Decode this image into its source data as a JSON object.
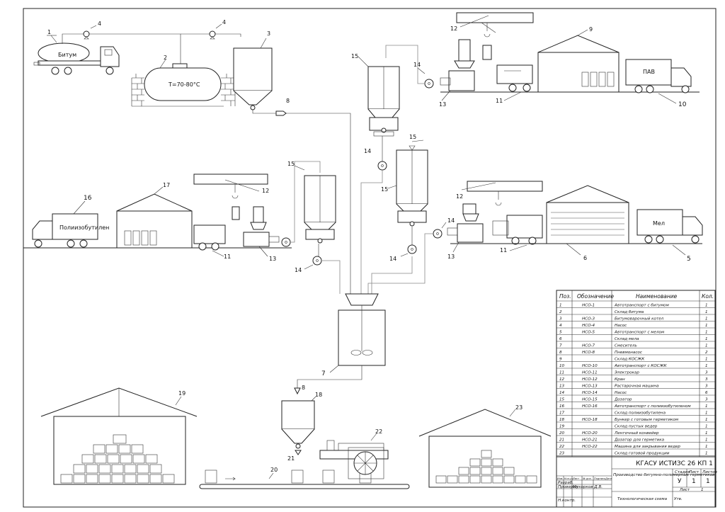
{
  "drawing": {
    "callouts": {
      "c1": "1",
      "c2": "2",
      "c3": "3",
      "c4a": "4",
      "c4b": "4",
      "c5": "5",
      "c6": "6",
      "c7": "7",
      "c8a": "8",
      "c8b": "8",
      "c9": "9",
      "c10": "10",
      "c11a": "11",
      "c11b": "11",
      "c11c": "11",
      "c12a": "12",
      "c12b": "12",
      "c12c": "12",
      "c13a": "13",
      "c13b": "13",
      "c13c": "13",
      "c14a": "14",
      "c14b": "14",
      "c14c": "14",
      "c14d": "14",
      "c14e": "14",
      "c15a": "15",
      "c15b": "15",
      "c15c": "15",
      "c15d": "15",
      "c16": "16",
      "c17": "17",
      "c18": "18",
      "c19": "19",
      "c20": "20",
      "c21": "21",
      "c22": "22",
      "c23": "23"
    },
    "truck_labels": {
      "bitumen": "Битум",
      "surfactant": "ПАВ",
      "polyisobutylene": "Полиизобутилен",
      "chalk": "Мел"
    },
    "boiler_temp": "Т=70-80°С"
  },
  "spec_table": {
    "headers": {
      "pos": "Поз.",
      "designation": "Обозначение",
      "name": "Наименование",
      "qty": "Кол."
    },
    "rows": [
      {
        "pos": "1",
        "code": "НСО-1",
        "name": "Автотранспорт с битумом",
        "qty": "1"
      },
      {
        "pos": "2",
        "code": "",
        "name": "Склад битума",
        "qty": "1"
      },
      {
        "pos": "3",
        "code": "НСО-3",
        "name": "Битумоварочный котел",
        "qty": "1"
      },
      {
        "pos": "4",
        "code": "НСО-4",
        "name": "Насос",
        "qty": "1"
      },
      {
        "pos": "5",
        "code": "НСО-5",
        "name": "Автотранспорт с мелом",
        "qty": "1"
      },
      {
        "pos": "6",
        "code": "",
        "name": "Склад мела",
        "qty": "1"
      },
      {
        "pos": "7",
        "code": "НСО-7",
        "name": "Смеситель",
        "qty": "1"
      },
      {
        "pos": "8",
        "code": "НСО-8",
        "name": "Пневмонасос",
        "qty": "2"
      },
      {
        "pos": "9",
        "code": "",
        "name": "Склад КОСЖК",
        "qty": "1"
      },
      {
        "pos": "10",
        "code": "НСО-10",
        "name": "Автотранспорт с КОСЖК",
        "qty": "1"
      },
      {
        "pos": "11",
        "code": "НСО-11",
        "name": "Электрокар",
        "qty": "3"
      },
      {
        "pos": "12",
        "code": "НСО-12",
        "name": "Кран",
        "qty": "3"
      },
      {
        "pos": "13",
        "code": "НСО-13",
        "name": "Растарочная машина",
        "qty": "3"
      },
      {
        "pos": "14",
        "code": "НСО-14",
        "name": "Насос",
        "qty": "6"
      },
      {
        "pos": "15",
        "code": "НСО-15",
        "name": "Дозатор",
        "qty": "3"
      },
      {
        "pos": "16",
        "code": "НСО-16",
        "name": "Автотранспорт с полиизобутиленом",
        "qty": "1"
      },
      {
        "pos": "17",
        "code": "",
        "name": "Склад полиизобутилена",
        "qty": "1"
      },
      {
        "pos": "18",
        "code": "НСО-18",
        "name": "Бункер с готовым герметиком",
        "qty": "1"
      },
      {
        "pos": "19",
        "code": "",
        "name": "Склад пустых ведер",
        "qty": "1"
      },
      {
        "pos": "20",
        "code": "НСО-20",
        "name": "Ленточный конвейер",
        "qty": "1"
      },
      {
        "pos": "21",
        "code": "НСО-21",
        "name": "Дозатор для герметика",
        "qty": "1"
      },
      {
        "pos": "22",
        "code": "НСО-22",
        "name": "Машина для закрывания ведер",
        "qty": "1"
      },
      {
        "pos": "23",
        "code": "",
        "name": "Склад готовой продукции",
        "qty": "1"
      }
    ]
  },
  "title_block": {
    "doc_code": "КГАСУ ИСТИЗС 26 КП 1",
    "description": "Производство битумно-полимерных герметиков",
    "scheme_name": "Технологическая схема",
    "col_stage": "Стадия",
    "col_sheet": "Лист",
    "col_sheets": "Листов",
    "stage": "У",
    "sheet": "1",
    "sheets": "1",
    "sheet_label": "Лист",
    "sheet_label_no": "1",
    "row_labels": [
      "Изм.",
      "Кол.уч.",
      "Лист",
      "№ док.",
      "Подпись",
      "Дата"
    ],
    "dev_label": "Разраб.",
    "checked_label": "Проверил",
    "checker": "Мухорков Д.В.",
    "norm_label": "Н.контр.",
    "approved": "Утв."
  }
}
